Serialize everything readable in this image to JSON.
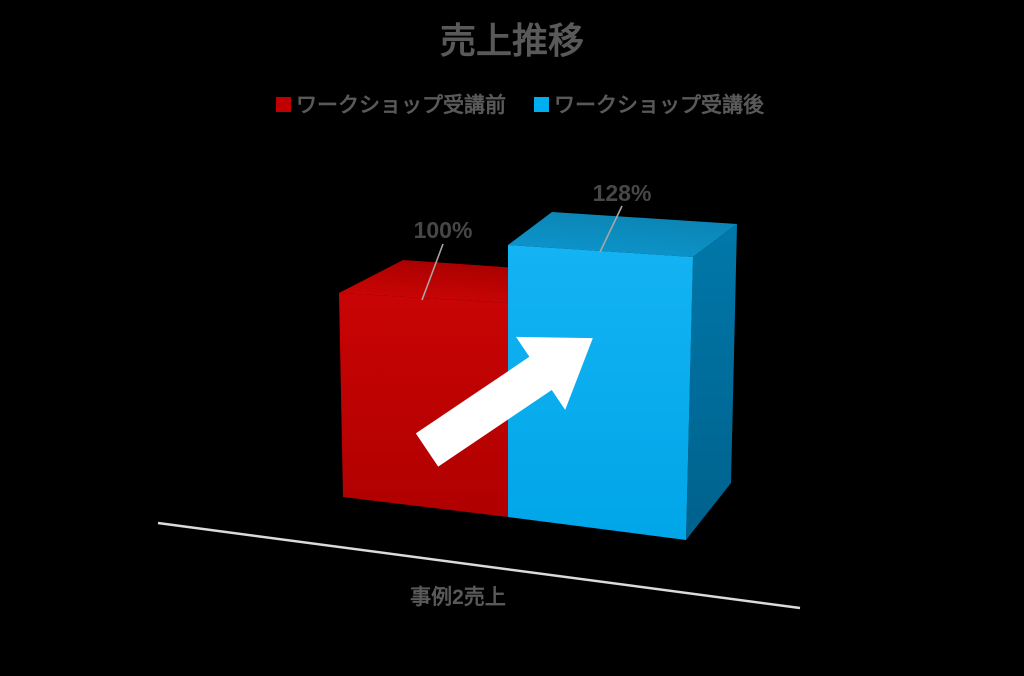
{
  "chart_data": {
    "type": "bar",
    "variant": "3d-column",
    "title": "売上推移",
    "categories": [
      "事例2売上"
    ],
    "series": [
      {
        "name": "ワークショップ受講前",
        "values": [
          100
        ],
        "label": "100%",
        "color": "#C00000"
      },
      {
        "name": "ワークショップ受講後",
        "values": [
          128
        ],
        "label": "128%",
        "color": "#00AEEF"
      }
    ],
    "value_suffix": "%",
    "ylim": [
      0,
      140
    ],
    "grid": false,
    "legend_position": "top-center",
    "annotations": [
      "white diagonal arrow pointing up-right across both bars"
    ],
    "colors": {
      "background": "#000000",
      "title_text": "#595959",
      "data_label_text": "#474747",
      "axis_line": "#DBDBDB",
      "leader_line": "#A6A6A6",
      "arrow": "#FFFFFF",
      "bar_before_front": "#BE0000",
      "bar_after_front": "#00AEEF",
      "bar_after_side": "#00719F"
    }
  }
}
